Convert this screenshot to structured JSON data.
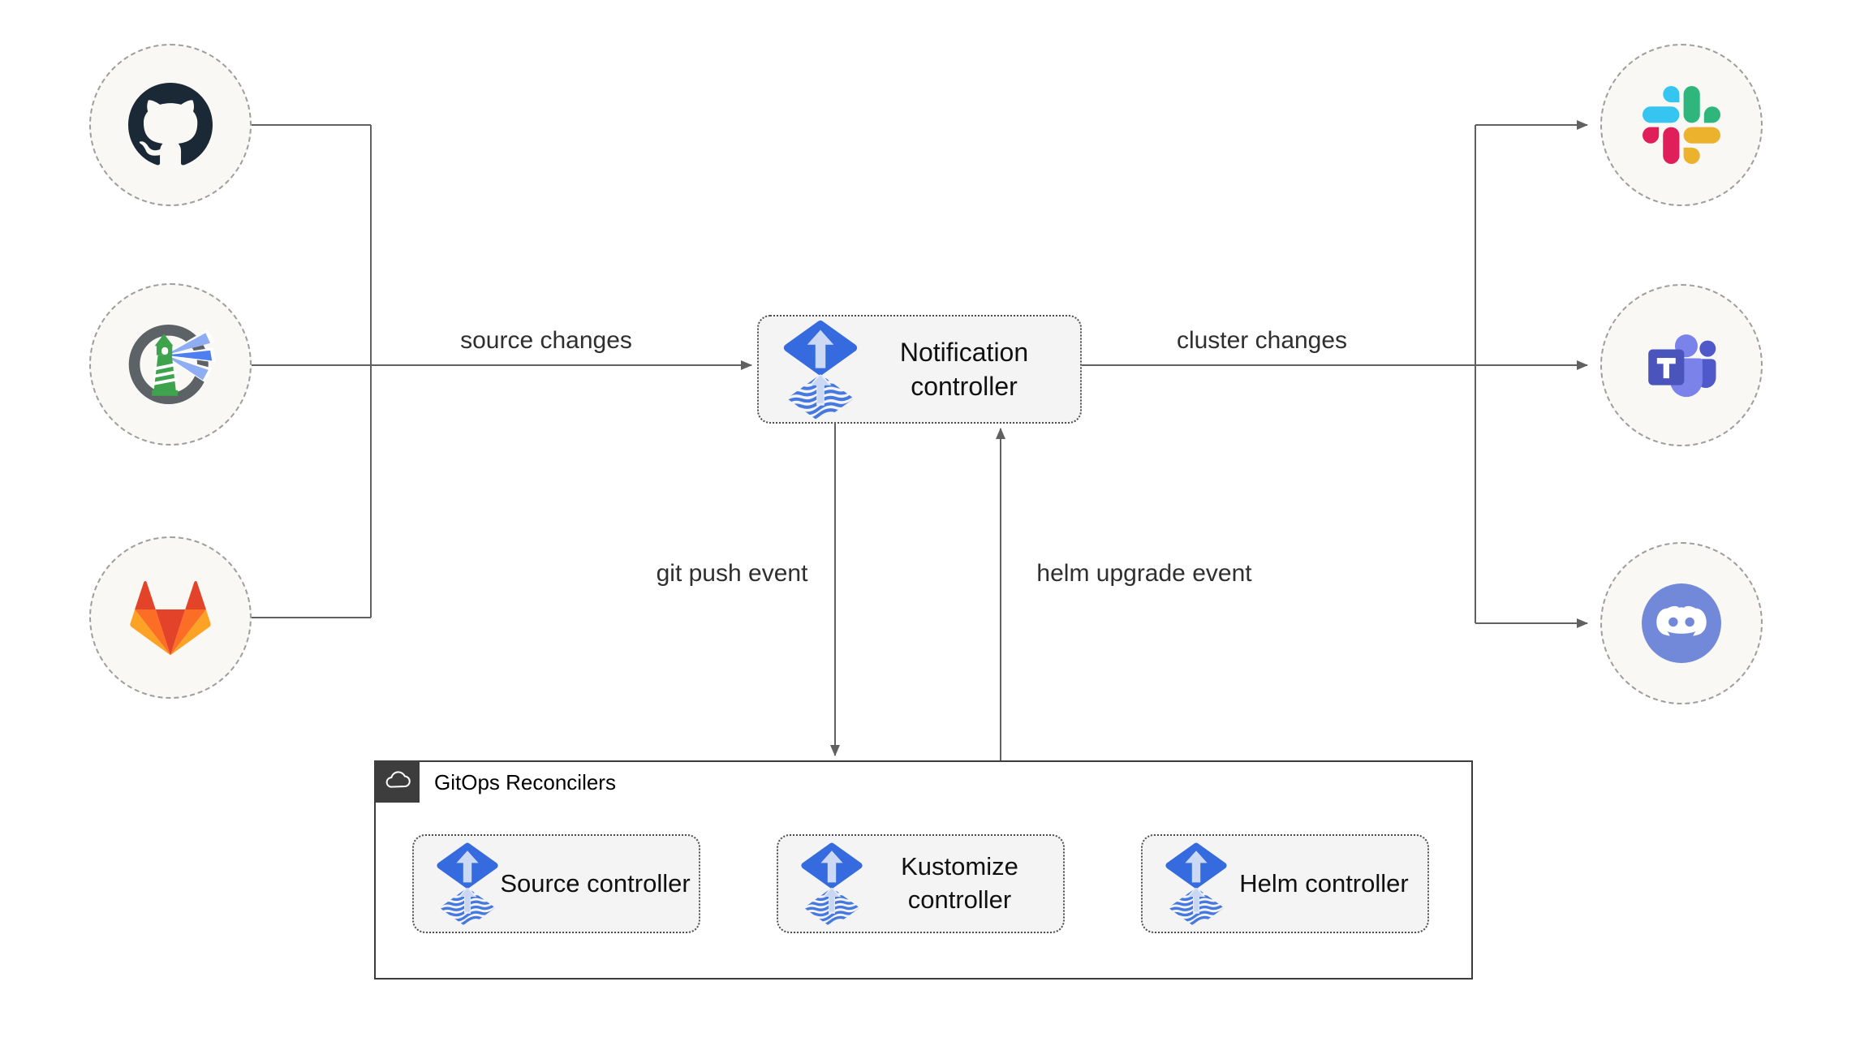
{
  "diagram": {
    "nodes": {
      "github": {
        "icon": "github-icon"
      },
      "harbor": {
        "icon": "harbor-icon"
      },
      "gitlab": {
        "icon": "gitlab-icon"
      },
      "slack": {
        "icon": "slack-icon"
      },
      "teams": {
        "icon": "microsoft-teams-icon"
      },
      "discord": {
        "icon": "discord-icon"
      },
      "notification": {
        "label": "Notification controller",
        "icon": "flux-icon"
      },
      "source": {
        "label": "Source controller",
        "icon": "flux-icon"
      },
      "kustomize": {
        "label": "Kustomize controller",
        "icon": "flux-icon"
      },
      "helm": {
        "label": "Helm controller",
        "icon": "flux-icon"
      }
    },
    "group": {
      "title": "GitOps Reconcilers",
      "icon": "cloud-icon"
    },
    "edges": {
      "source_changes": {
        "label": "source changes"
      },
      "cluster_changes": {
        "label": "cluster changes"
      },
      "git_push_event": {
        "label": "git push event"
      },
      "helm_upgrade_event": {
        "label": "helm upgrade event"
      }
    },
    "colors": {
      "line": "#616161",
      "node_fill": "#f4f4f4",
      "node_border": "#4d4d4d",
      "circle_fill": "#f9f8f5",
      "circle_border": "#9e9e9e",
      "group_border": "#3c3c3c",
      "badge_bg": "#3d3d3d",
      "flux_blue": "#356bde",
      "github_dark": "#1b2836",
      "harbor_green": "#3fa34d",
      "harbor_gray": "#5d6267",
      "harbor_beam": "#6d97f0",
      "gitlab_red": "#e24329",
      "gitlab_orange": "#fc6d26",
      "gitlab_yellow": "#fca326",
      "slack_blue": "#36C5F0",
      "slack_green": "#2EB67D",
      "slack_yellow": "#ECB22E",
      "slack_red": "#E01E5A",
      "teams_dark": "#4b53bc",
      "teams_light": "#7b83eb",
      "teams_mid": "#5059c9",
      "discord_blurple": "#7289da"
    }
  }
}
